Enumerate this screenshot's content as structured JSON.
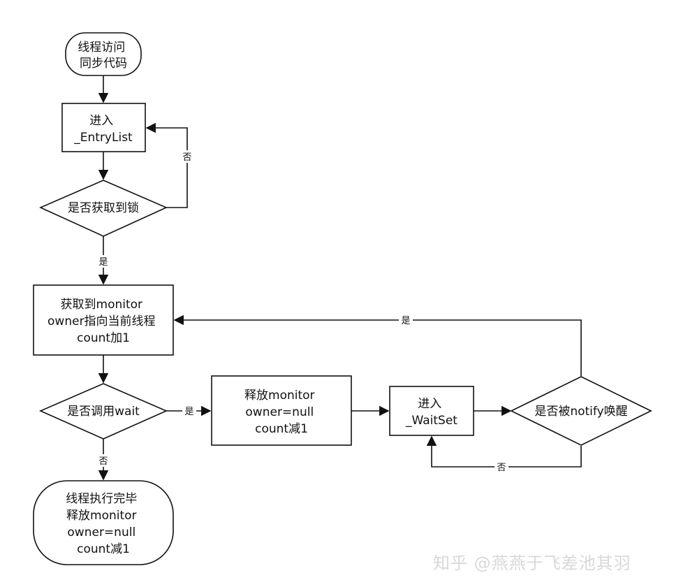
{
  "nodes": {
    "start": [
      "线程访问",
      "同步代码"
    ],
    "entry_list": [
      "进入",
      "_EntryList"
    ],
    "acquire_lock_decision": [
      "是否获取到锁"
    ],
    "acquired_monitor": [
      "获取到monitor",
      "owner指向当前线程",
      "count加1"
    ],
    "call_wait_decision": [
      "是否调用wait"
    ],
    "release_monitor": [
      "释放monitor",
      "owner=null",
      "count减1"
    ],
    "wait_set": [
      "进入",
      "_WaitSet"
    ],
    "notify_decision": [
      "是否被notify唤醒"
    ],
    "end": [
      "线程执行完毕",
      "释放monitor",
      "owner=null",
      "count减1"
    ]
  },
  "edge_labels": {
    "lock_no": "否",
    "lock_yes": "是",
    "wait_yes": "是",
    "wait_no": "否",
    "notify_yes": "是",
    "notify_no": "否"
  },
  "watermark": "知乎 @燕燕于飞差池其羽"
}
